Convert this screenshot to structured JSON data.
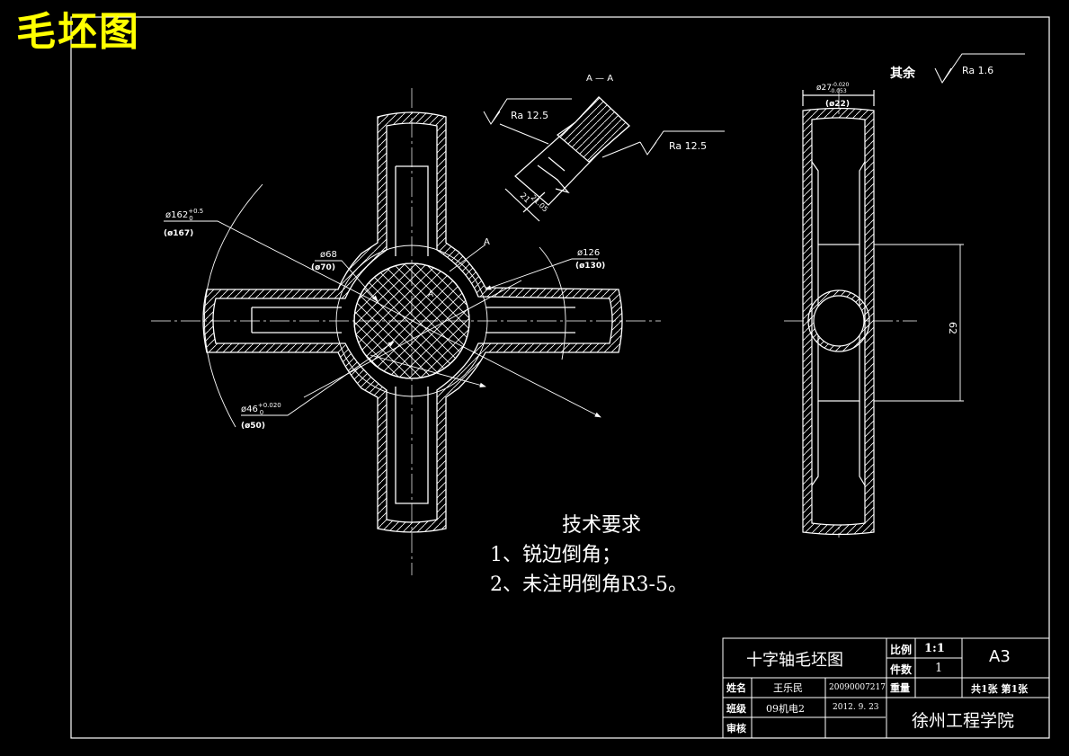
{
  "heading": "毛坯图",
  "section_label": "A — A",
  "section_marker": "A",
  "roughness": {
    "other_prefix": "其余",
    "other_value": "Ra 1.6",
    "face1": "Ra 12.5",
    "face2": "Ra 12.5"
  },
  "dims": {
    "d162": "ø162",
    "d162_tol_sup": "+0.5",
    "d162_tol_sub": "0",
    "d167": "(ø167)",
    "d68": "ø68",
    "d70": "(ø70)",
    "d126": "ø126",
    "d130": "(ø130)",
    "d46": "ø46",
    "d46_tol_sup": "+0.020",
    "d46_tol_sub": "0",
    "d50": "(ø50)",
    "d27": "ø27",
    "d27_tol_sup": "-0.020",
    "d27_tol_sub": "-0.053",
    "d22": "(ø22)",
    "len62": "62",
    "sec21": "21",
    "sec21b": "21.05"
  },
  "requirements": {
    "title": "技术要求",
    "items": [
      "1、锐边倒角；",
      "2、未注明倒角R3-5。"
    ]
  },
  "title_block": {
    "part_name": "十字轴毛坯图",
    "scale_label": "比例",
    "scale_value": "1:1",
    "qty_label": "件数",
    "qty_value": "1",
    "sheet_size": "A3",
    "name_label": "姓名",
    "name_value": "王乐民",
    "student_id": "20090007217",
    "weight_label": "重量",
    "sheets": "共1张 第1张",
    "class_label": "班级",
    "class_value": "09机电2",
    "date": "2012. 9. 23",
    "review_label": "审核",
    "school": "徐州工程学院"
  },
  "colors": {
    "background": "#000000",
    "lines": "#ffffff",
    "heading": "#ffff00"
  }
}
